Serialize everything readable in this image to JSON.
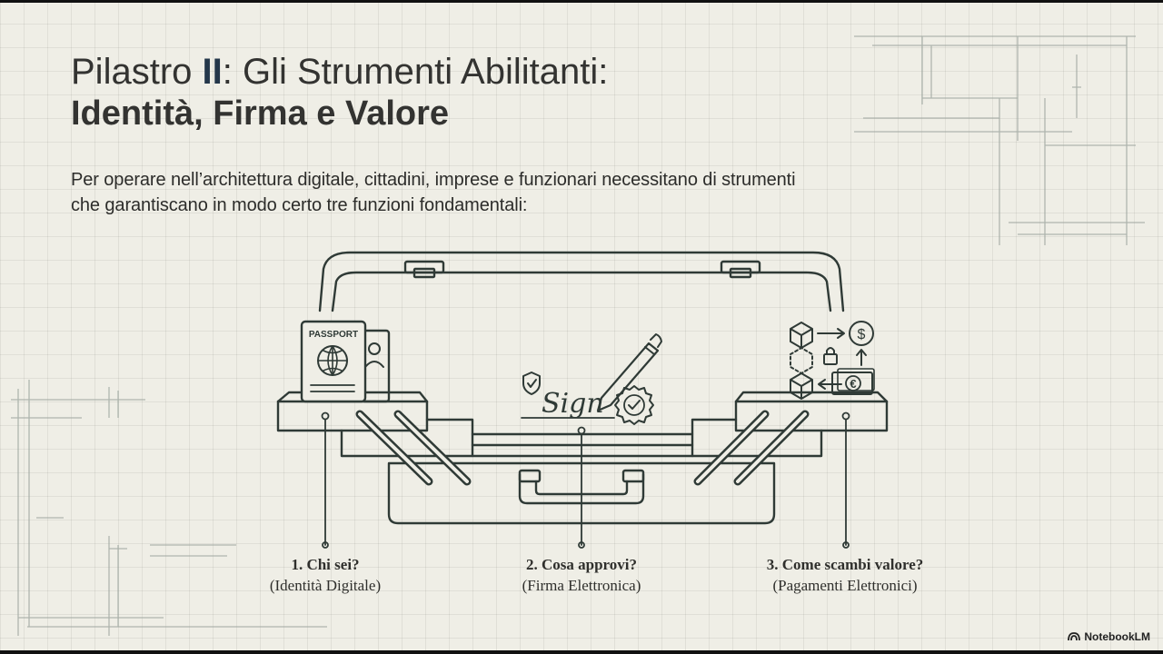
{
  "title": {
    "line1_prefix": "Pilastro ",
    "line1_roman": "II",
    "line1_suffix": ": Gli Strumenti Abilitanti:",
    "line2": "Identità, Firma e Valore"
  },
  "intro": "Per operare nell’architettura digitale, cittadini, imprese e funzionari necessitano di strumenti che garantiscano in modo certo tre funzioni fondamentali:",
  "illustration": {
    "passport_text": "PASSPORT",
    "signature_text": "Sign",
    "euro_symbol": "€",
    "dollar_symbol": "$",
    "icons": [
      "passport-icon",
      "globe-icon",
      "id-card-icon",
      "shield-check-icon",
      "pen-icon",
      "seal-check-icon",
      "blockchain-cube-icon",
      "dollar-coin-icon",
      "padlock-icon",
      "euro-banknote-icon"
    ]
  },
  "functions": [
    {
      "number": "1. Chi sei?",
      "subtitle": "(Identità Digitale)"
    },
    {
      "number": "2. Cosa approvi?",
      "subtitle": "(Firma Elettronica)"
    },
    {
      "number": "3. Come scambi valore?",
      "subtitle": "(Pagamenti Elettronici)"
    }
  ],
  "brand": "NotebookLM",
  "colors": {
    "background": "#efeee6",
    "ink": "#2f3a36",
    "title_accent": "#24374a"
  }
}
